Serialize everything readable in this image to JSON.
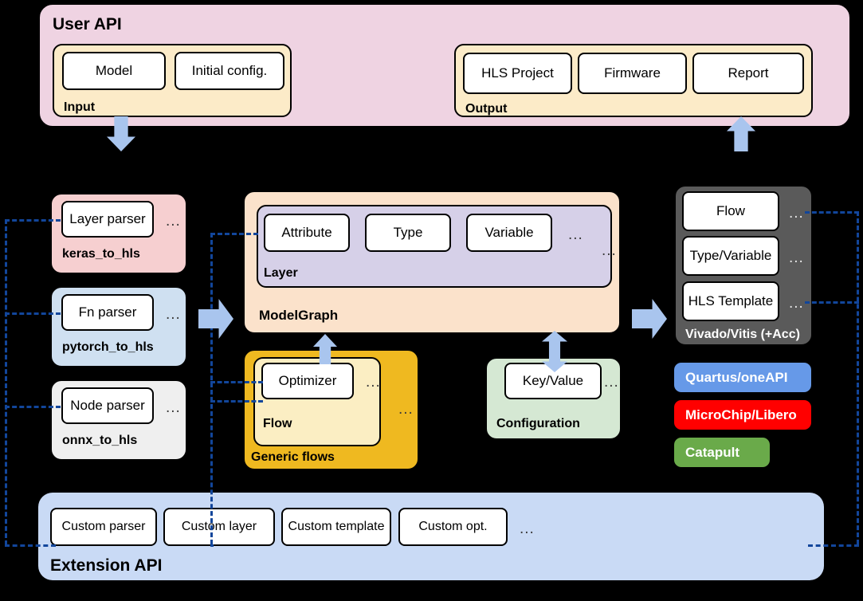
{
  "user_api": {
    "title": "User API",
    "input": {
      "label": "Input",
      "items": [
        "Model",
        "Initial config."
      ]
    },
    "output": {
      "label": "Output",
      "items": [
        "HLS Project",
        "Firmware",
        "Report"
      ]
    }
  },
  "converters": [
    {
      "label": "keras_to_hls",
      "item": "Layer parser",
      "more": "...",
      "color": "#F6CFD0"
    },
    {
      "label": "pytorch_to_hls",
      "item": "Fn parser",
      "more": "...",
      "color": "#CFE0F1"
    },
    {
      "label": "onnx_to_hls",
      "item": "Node parser",
      "more": "...",
      "color": "#EFEFEF"
    }
  ],
  "modelgraph": {
    "label": "ModelGraph",
    "more": "...",
    "layer": {
      "label": "Layer",
      "items": [
        "Attribute",
        "Type",
        "Variable"
      ],
      "more": "..."
    }
  },
  "generic_flows": {
    "label": "Generic flows",
    "more": "...",
    "flow": {
      "label": "Flow",
      "items": [
        "Optimizer"
      ],
      "more": "..."
    }
  },
  "configuration": {
    "label": "Configuration",
    "items": [
      "Key/Value"
    ],
    "more": "..."
  },
  "backends": {
    "vivado": {
      "label": "Vivado/Vitis (+Acc)",
      "items": [
        "Flow",
        "Type/Variable",
        "HLS Template"
      ],
      "more": "...",
      "color": "#5A5A5A"
    },
    "others": [
      {
        "label": "Quartus/oneAPI",
        "color": "#6699E8"
      },
      {
        "label": "MicroChip/Libero",
        "color": "#FF0000"
      },
      {
        "label": "Catapult",
        "color": "#6AAA4A"
      }
    ]
  },
  "extension_api": {
    "title": "Extension API",
    "items": [
      "Custom parser",
      "Custom layer",
      "Custom template",
      "Custom opt."
    ],
    "more": "..."
  },
  "colors": {
    "accent_arrow": "#A9C5EE",
    "dashed_link": "#12469B",
    "user_api_bg": "#EFD3E2",
    "io_group_bg": "#FCEBC8",
    "modelgraph_bg": "#FBE2CB",
    "layer_bg": "#D6D0E8",
    "generic_flows_bg": "#EFB920",
    "flow_bg": "#FBEEC3",
    "configuration_bg": "#D5E8D3",
    "extension_bg": "#C9DAF5"
  }
}
